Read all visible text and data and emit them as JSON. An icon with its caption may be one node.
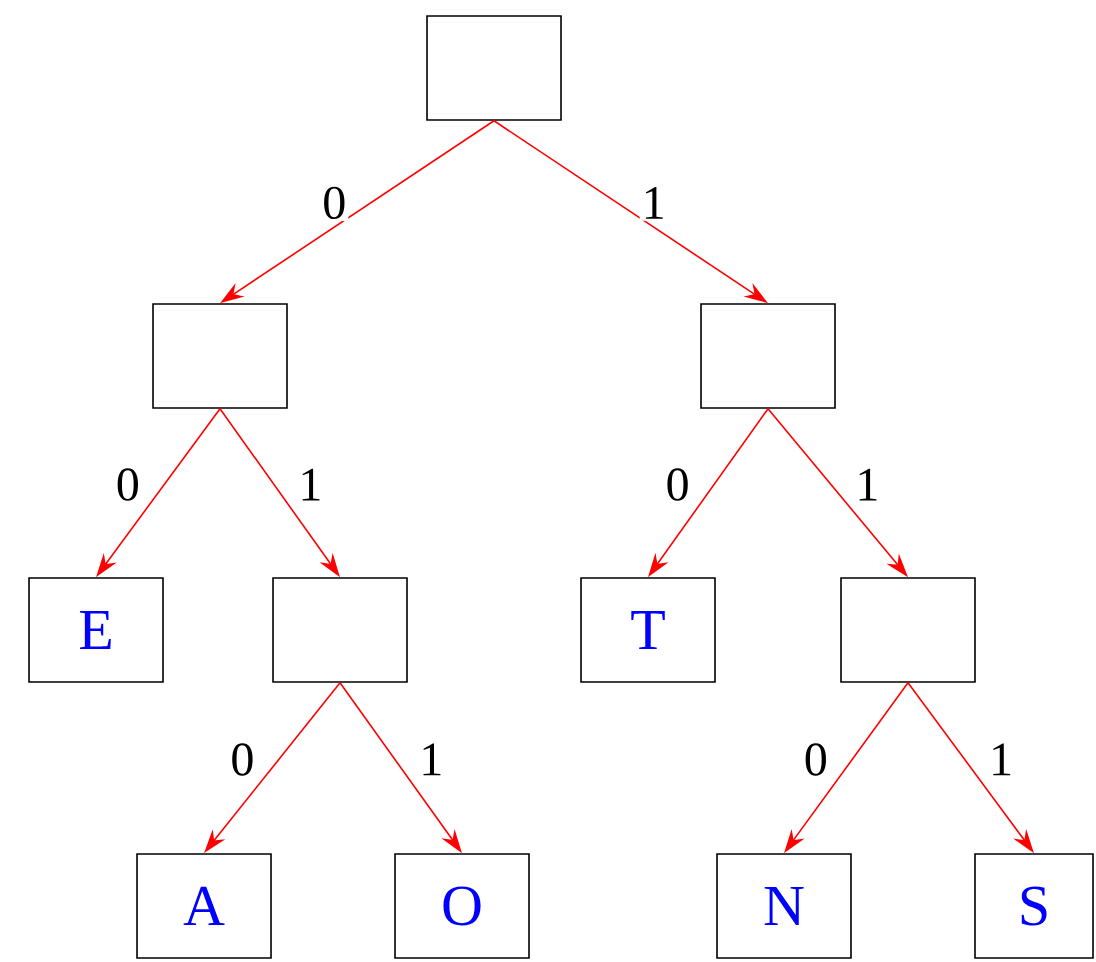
{
  "diagram": {
    "nodes": [
      {
        "text": [],
        "shape": "box"
      },
      {
        "text": [],
        "shape": "box"
      },
      {
        "text": [],
        "shape": "box"
      },
      {
        "text": [
          "E"
        ]
      },
      {
        "text": [],
        "shape": "box"
      },
      {
        "text": [
          "T"
        ]
      },
      {
        "text": [],
        "shape": "box"
      },
      {
        "text": [
          "A"
        ]
      },
      {
        "text": [
          "O"
        ]
      },
      {
        "text": [
          "N"
        ]
      },
      {
        "text": [
          "S"
        ]
      }
    ],
    "edges": [
      {
        "from": 0,
        "to": 1,
        "arrow": "to",
        "label": "0"
      },
      {
        "from": 0,
        "to": 2,
        "arrow": "to",
        "label": "1"
      },
      {
        "from": 1,
        "to": 3,
        "arrow": "to",
        "label": "0"
      },
      {
        "from": 1,
        "to": 4,
        "arrow": "to",
        "label": "1"
      },
      {
        "from": 2,
        "to": 5,
        "arrow": "to",
        "label": "0"
      },
      {
        "from": 2,
        "to": 6,
        "arrow": "to",
        "label": "1"
      },
      {
        "from": 4,
        "to": 7,
        "arrow": "to",
        "label": "0"
      },
      {
        "from": 4,
        "to": 8,
        "arrow": "to",
        "label": "1"
      },
      {
        "from": 6,
        "to": 9,
        "arrow": "to",
        "label": "0"
      },
      {
        "from": 6,
        "to": 10,
        "arrow": "to",
        "label": "1"
      }
    ]
  }
}
